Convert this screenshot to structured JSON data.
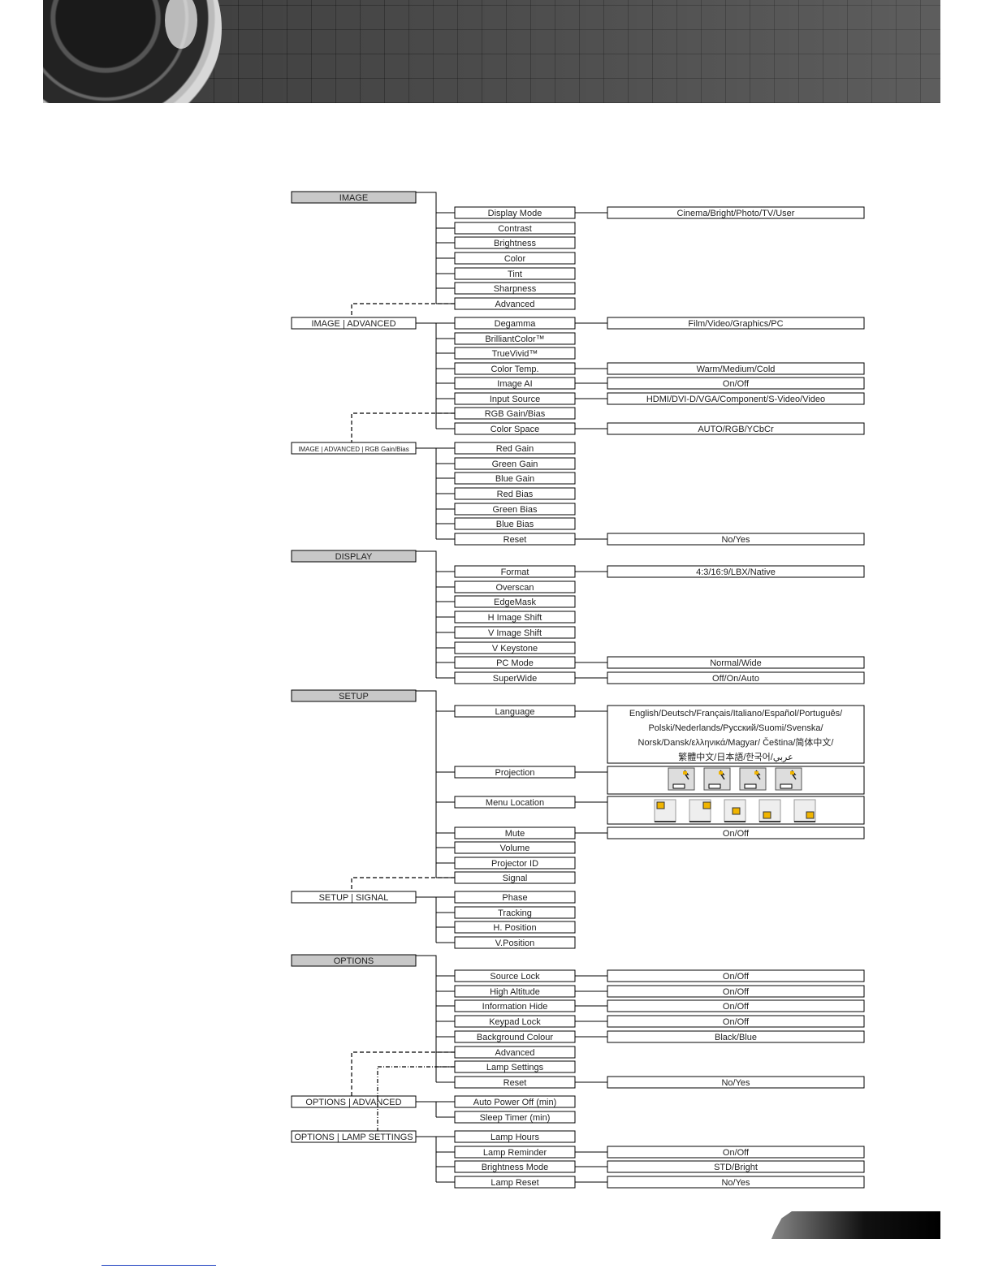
{
  "headers": {
    "image": "IMAGE",
    "display": "DISPLAY",
    "setup": "SETUP",
    "options": "OPTIONS"
  },
  "subheaders": {
    "image_advanced": "IMAGE | ADVANCED",
    "rgb_gain_bias": "IMAGE | ADVANCED | RGB Gain/Bias",
    "setup_signal": "SETUP | SIGNAL",
    "options_advanced": "OPTIONS | ADVANCED",
    "options_lamp": "OPTIONS | LAMP SETTINGS"
  },
  "image_items": [
    "Display Mode",
    "Contrast",
    "Brightness",
    "Color",
    "Tint",
    "Sharpness",
    "Advanced"
  ],
  "image_advanced_items": [
    "Degamma",
    "BrilliantColor™",
    "TrueVivid™",
    "Color Temp.",
    "Image AI",
    "Input Source",
    "RGB Gain/Bias",
    "Color Space"
  ],
  "rgb_items": [
    "Red Gain",
    "Green Gain",
    "Blue Gain",
    "Red Bias",
    "Green Bias",
    "Blue Bias",
    "Reset"
  ],
  "display_items": [
    "Format",
    "Overscan",
    "EdgeMask",
    "H Image Shift",
    "V Image Shift",
    "V Keystone",
    "PC Mode",
    "SuperWide"
  ],
  "setup_items": [
    "Language",
    "Projection",
    "Menu Location",
    "Mute",
    "Volume",
    "Projector ID",
    "Signal"
  ],
  "signal_items": [
    "Phase",
    "Tracking",
    "H. Position",
    "V.Position"
  ],
  "options_items": [
    "Source Lock",
    "High Altitude",
    "Information Hide",
    "Keypad Lock",
    "Background Colour",
    "Advanced",
    "Lamp Settings",
    "Reset"
  ],
  "options_advanced_items": [
    "Auto Power Off (min)",
    "Sleep Timer (min)"
  ],
  "lamp_items": [
    "Lamp Hours",
    "Lamp Reminder",
    "Brightness Mode",
    "Lamp Reset"
  ],
  "values": {
    "display_mode": "Cinema/Bright/Photo/TV/User",
    "degamma": "Film/Video/Graphics/PC",
    "color_temp": "Warm/Medium/Cold",
    "image_ai": "On/Off",
    "input_source": "HDMI/DVI-D/VGA/Component/S-Video/Video",
    "color_space": "AUTO/RGB/YCbCr",
    "rgb_reset": "No/Yes",
    "format": "4:3/16:9/LBX/Native",
    "pc_mode": "Normal/Wide",
    "superwide": "Off/On/Auto",
    "language_lines": [
      "English/Deutsch/Français/Italiano/Español/Português/",
      "Polski/Nederlands/Русский/Suomi/Svenska/",
      "Norsk/Dansk/ελληνικά/Magyar/ Čeština/简体中文/",
      "繁體中文/日本語/한국어/عربي"
    ],
    "mute": "On/Off",
    "source_lock": "On/Off",
    "high_altitude": "On/Off",
    "information_hide": "On/Off",
    "keypad_lock": "On/Off",
    "background_colour": "Black/Blue",
    "options_reset": "No/Yes",
    "lamp_reminder": "On/Off",
    "brightness_mode": "STD/Bright",
    "lamp_reset": "No/Yes"
  },
  "icons": {
    "projection": [
      "front-desktop-projection-icon",
      "rear-desktop-projection-icon",
      "front-ceiling-projection-icon",
      "rear-ceiling-projection-icon"
    ],
    "menu_location": [
      "menu-top-left-icon",
      "menu-top-right-icon",
      "menu-center-icon",
      "menu-bottom-left-icon",
      "menu-bottom-right-icon"
    ]
  },
  "colors": {
    "header_fill": "#c8c8c8",
    "menu_marker": "#f0b400"
  }
}
